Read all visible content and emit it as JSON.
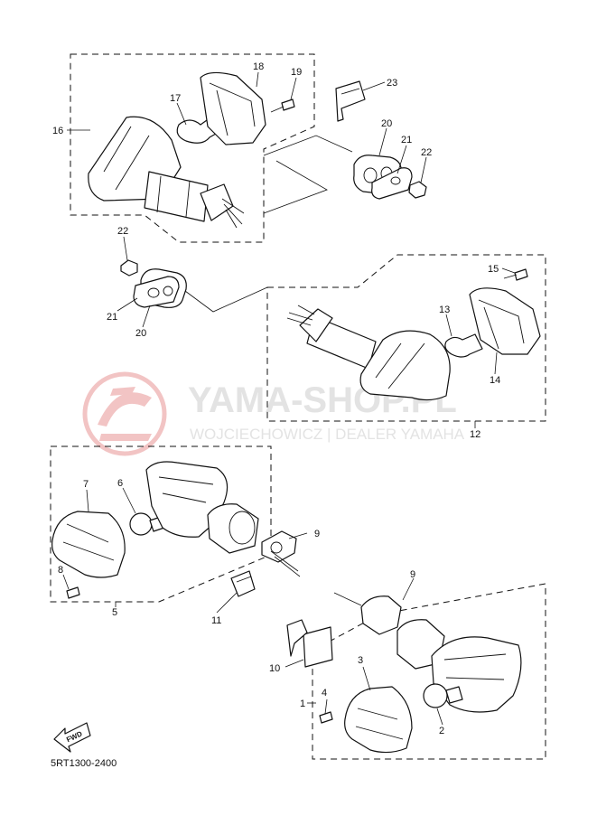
{
  "watermark": {
    "brand": "YAMA-SHOP.PL",
    "subtitle": "WOJCIECHOWICZ | DEALER YAMAHA",
    "color": "#e4e4e4",
    "logo_color": "#f2c4c4"
  },
  "diagram_code": "5RT1300-2400",
  "fwd_label": "FWD",
  "callouts": {
    "p1": "1",
    "p2": "2",
    "p3": "3",
    "p4": "4",
    "p5": "5",
    "p6": "6",
    "p7": "7",
    "p8": "8",
    "p9a": "9",
    "p9b": "9",
    "p10": "10",
    "p11": "11",
    "p12": "12",
    "p13": "13",
    "p14": "14",
    "p15": "15",
    "p16": "16",
    "p17": "17",
    "p18": "18",
    "p19": "19",
    "p20a": "20",
    "p20b": "20",
    "p21a": "21",
    "p21b": "21",
    "p22a": "22",
    "p22b": "22",
    "p23": "23"
  }
}
